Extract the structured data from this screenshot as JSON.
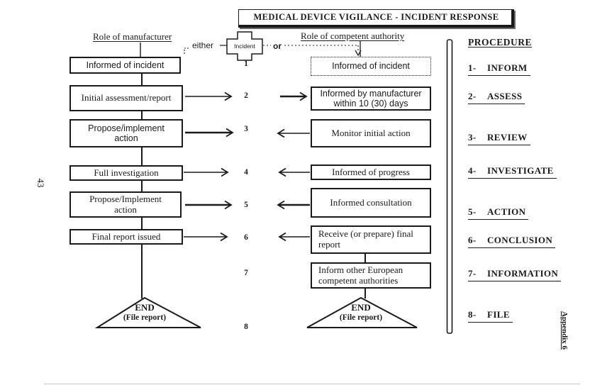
{
  "title": "MEDICAL DEVICE VIGILANCE - INCIDENT RESPONSE",
  "page_number": "43",
  "appendix": "Appendix 6",
  "columns": {
    "manufacturer_header": "Role of manufacturer",
    "authority_header": "Role of competent authority",
    "procedure_header": "PROCEDURE"
  },
  "incident": {
    "label": "Incident",
    "either_label": "either",
    "or_label": "or"
  },
  "step_numbers": [
    "1",
    "2",
    "3",
    "4",
    "5",
    "6",
    "7",
    "8"
  ],
  "manufacturer_steps": [
    "Informed of incident",
    "Initial assessment/report",
    "Propose/implement action",
    "Full investigation",
    "Propose/Implement action",
    "Final report issued"
  ],
  "authority_steps": [
    "Informed of incident",
    "Informed by manufacturer within 10 (30) days",
    "Monitor initial action",
    "Informed of progress",
    "Informed consultation",
    "Receive (or prepare) final report",
    "Inform other European competent authorities"
  ],
  "end_node": {
    "title": "END",
    "subtitle": "(File report)"
  },
  "procedure_items": [
    {
      "num": "1-",
      "label": "INFORM"
    },
    {
      "num": "2-",
      "label": "ASSESS"
    },
    {
      "num": "3-",
      "label": "REVIEW"
    },
    {
      "num": "4-",
      "label": "INVESTIGATE"
    },
    {
      "num": "5-",
      "label": "ACTION"
    },
    {
      "num": "6-",
      "label": "CONCLUSION"
    },
    {
      "num": "7-",
      "label": "INFORMATION"
    },
    {
      "num": "8-",
      "label": "FILE"
    }
  ],
  "colors": {
    "ink": "#1a1a1a",
    "paper": "#ffffff"
  }
}
